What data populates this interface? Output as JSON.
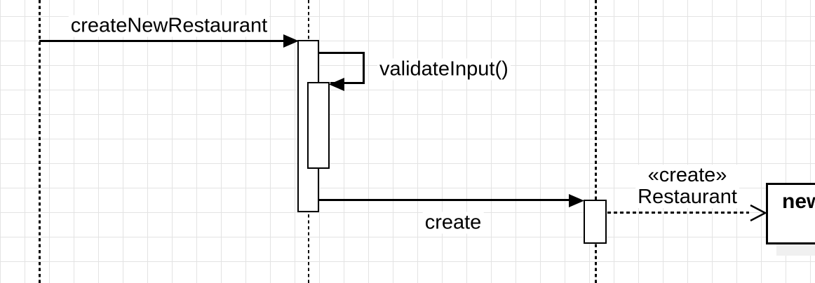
{
  "canvas": {
    "background_color": "#ffffff",
    "grid_color": "#e3e3e3",
    "stroke_color": "#000000",
    "shape_fill_color": "#ffffff",
    "shadow_color": "#f0f0f0"
  },
  "messages": {
    "create_new_restaurant": {
      "label": "createNewRestaurant",
      "style": "solid-filled-arrow"
    },
    "validate_input": {
      "label": "validateInput()",
      "style": "self-call"
    },
    "create": {
      "label": "create",
      "style": "solid-filled-arrow"
    },
    "instantiate": {
      "stereotype": "«create»",
      "target": "Restaurant",
      "style": "dashed-open-arrow"
    }
  },
  "object_box": {
    "label": "new"
  }
}
